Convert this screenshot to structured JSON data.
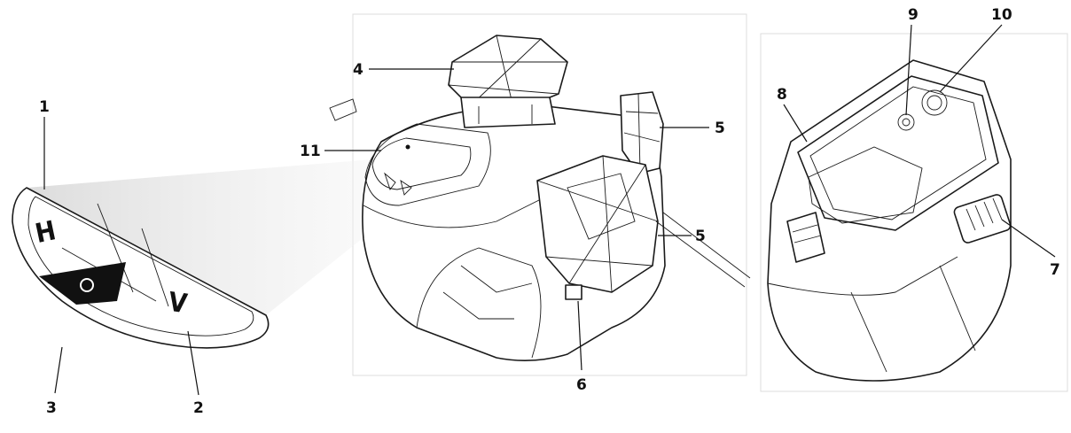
{
  "keypad": {
    "h_key": "H",
    "v_key": "V"
  },
  "callouts": {
    "c1": "1",
    "c2": "2",
    "c3": "3",
    "c4": "4",
    "c5a": "5",
    "c5b": "5",
    "c6": "6",
    "c7": "7",
    "c8": "8",
    "c9": "9",
    "c10": "10",
    "c11": "11"
  }
}
